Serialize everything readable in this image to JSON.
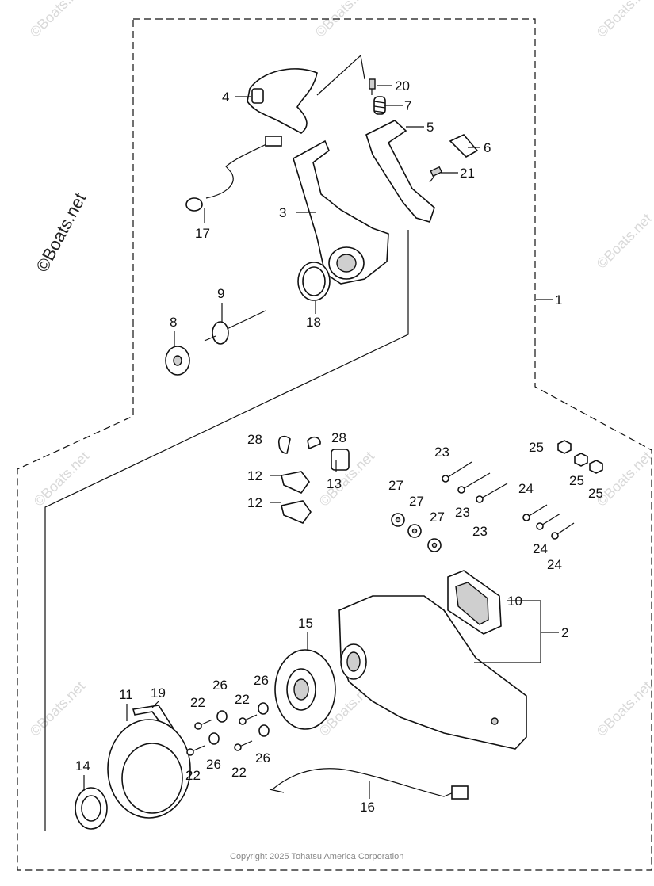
{
  "watermark": "©Boats.net",
  "copyright": "Copyright 2025 Tohatsu America Corporation",
  "callouts": {
    "c1": "1",
    "c2": "2",
    "c3": "3",
    "c4": "4",
    "c5": "5",
    "c6": "6",
    "c7": "7",
    "c8": "8",
    "c9": "9",
    "c10": "10",
    "c11": "11",
    "c12a": "12",
    "c12b": "12",
    "c13": "13",
    "c14": "14",
    "c15": "15",
    "c16": "16",
    "c17": "17",
    "c18": "18",
    "c19": "19",
    "c20": "20",
    "c21": "21",
    "c22a": "22",
    "c22b": "22",
    "c22c": "22",
    "c22d": "22",
    "c23a": "23",
    "c23b": "23",
    "c23c": "23",
    "c24a": "24",
    "c24b": "24",
    "c24c": "24",
    "c25a": "25",
    "c25b": "25",
    "c25c": "25",
    "c26a": "26",
    "c26b": "26",
    "c26c": "26",
    "c26d": "26",
    "c27a": "27",
    "c27b": "27",
    "c27c": "27",
    "c28a": "28",
    "c28b": "28"
  }
}
